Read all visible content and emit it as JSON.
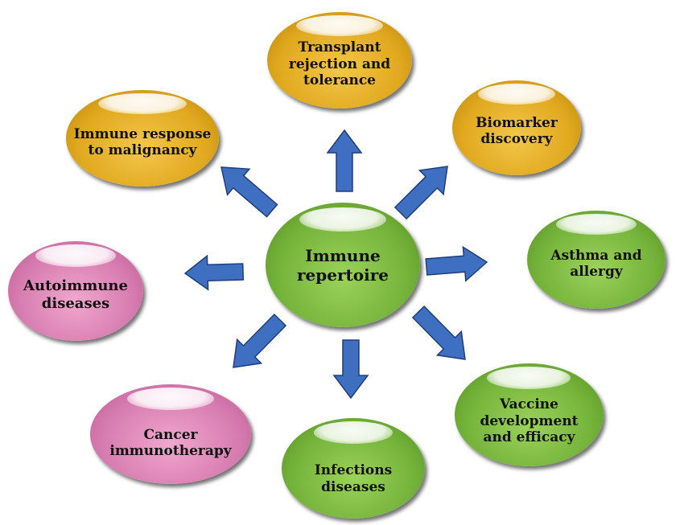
{
  "center": {
    "lines": [
      "Immune",
      "repertoire"
    ],
    "color": "#74b33a"
  },
  "nodes": [
    {
      "id": "transplant",
      "lines": [
        "Transplant",
        "rejection and",
        "tolerance"
      ],
      "color": "yellow"
    },
    {
      "id": "biomarker",
      "lines": [
        "Biomarker",
        "discovery"
      ],
      "color": "yellow"
    },
    {
      "id": "malignancy",
      "lines": [
        "Immune response",
        "to malignancy"
      ],
      "color": "yellow"
    },
    {
      "id": "asthma",
      "lines": [
        "Asthma and",
        "allergy"
      ],
      "color": "green"
    },
    {
      "id": "autoimmune",
      "lines": [
        "Autoimmune",
        "diseases"
      ],
      "color": "pink"
    },
    {
      "id": "vaccine",
      "lines": [
        "Vaccine",
        "development",
        "and efficacy"
      ],
      "color": "green"
    },
    {
      "id": "cancer",
      "lines": [
        "Cancer",
        "immunotherapy"
      ],
      "color": "pink"
    },
    {
      "id": "infections",
      "lines": [
        "Infections",
        "diseases"
      ],
      "color": "green"
    }
  ],
  "arrow_color": "#3e6fc0",
  "arrow_outline": "#1f3f7a"
}
